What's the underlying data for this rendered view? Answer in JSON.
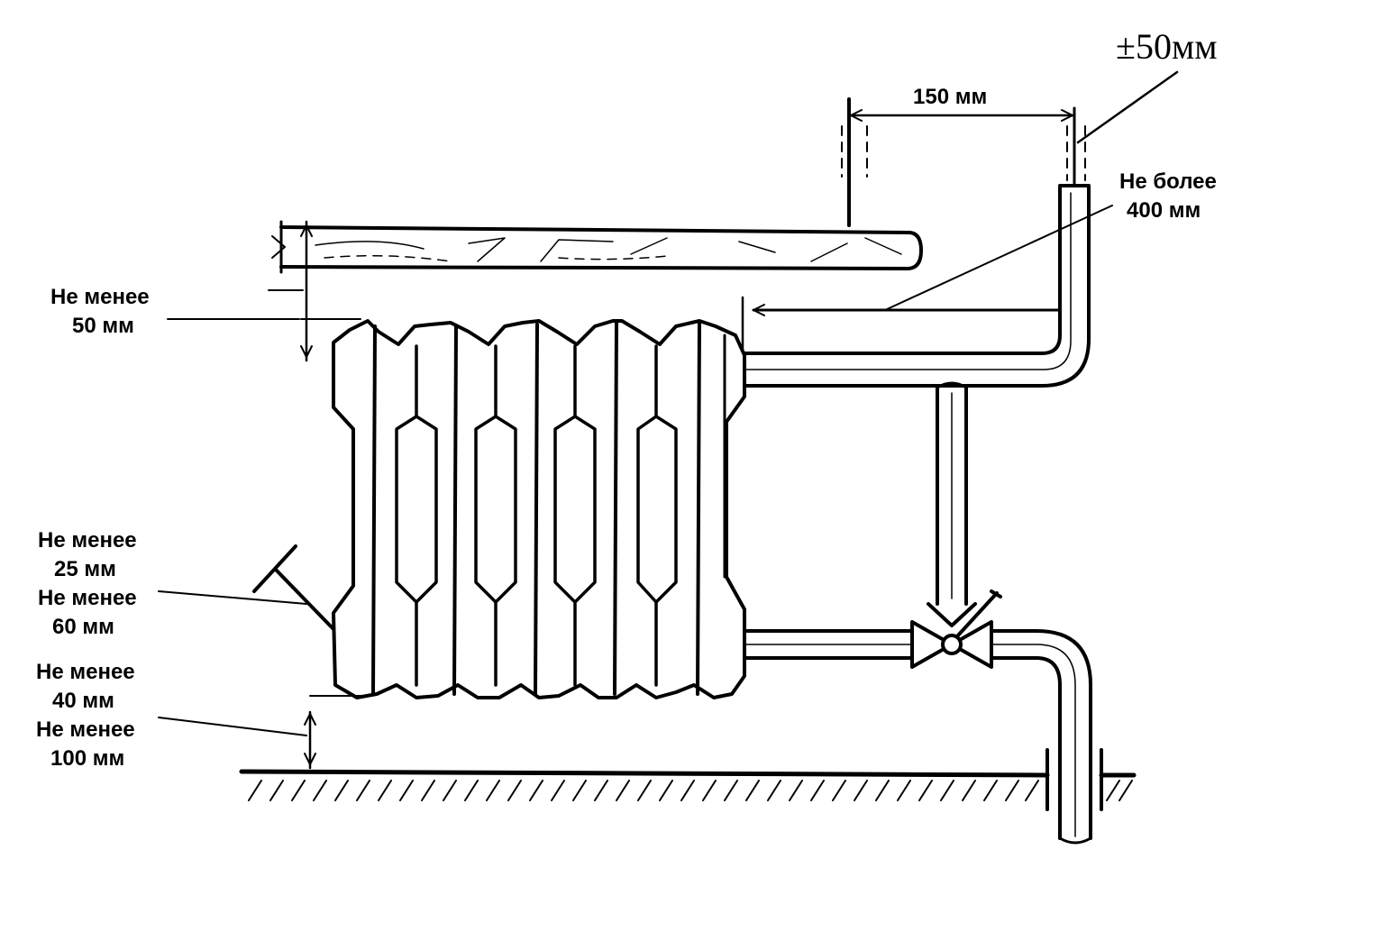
{
  "labels": {
    "tolerance": "±50мм",
    "offset_150": "150 мм",
    "max_400_line1": "Не более",
    "max_400_line2": "400 мм",
    "top_gap_line1": "Не менее",
    "top_gap_line2": "50 мм",
    "wall_gap_line1": "Не менее",
    "wall_gap_line2": "25 мм",
    "wall_gap_line3": "Не менее",
    "wall_gap_line4": "60 мм",
    "floor_gap_line1": "Не менее",
    "floor_gap_line2": "40 мм",
    "floor_gap_line3": "Не менее",
    "floor_gap_line4": "100 мм"
  },
  "colors": {
    "ink": "#000000",
    "background": "#ffffff"
  }
}
